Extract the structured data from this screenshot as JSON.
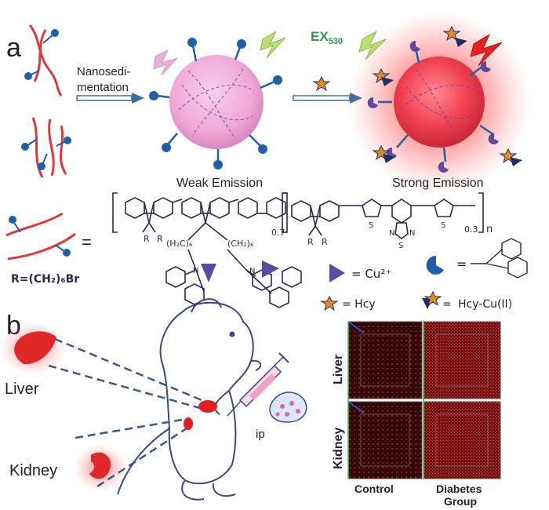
{
  "panels": {
    "a": {
      "letter": "a",
      "step1_line1": "Nanosedi-",
      "step1_line2": "mentation",
      "excitation_main": "EX",
      "excitation_sub": "530",
      "weak_label": "Weak Emission",
      "strong_label": "Strong Emission",
      "equals": "=",
      "copolymer": {
        "ratio_1": "0.7",
        "ratio_2": "0.3",
        "repeat": "n",
        "r_letter": "R",
        "sulfur": "S",
        "nitrogen": "N",
        "side_left": "(H₂C)₆",
        "side_right": "(CH₂)₆",
        "r_def": "R=(CH₂)₆Br"
      },
      "legend": {
        "cu_text": "= Cu²⁺",
        "ligand_eq": "=",
        "hcy_text": "= Hcy",
        "hcycu_eq": "=",
        "hcycu_text": "Hcy-Cu(II)"
      }
    },
    "b": {
      "letter": "b",
      "liver": "Liver",
      "kidney": "Kidney",
      "ip": "ip",
      "row_liver": "Liver",
      "row_kidney": "Kidney",
      "col_control": "Control",
      "col_diabetes_1": "Diabetes",
      "col_diabetes_2": "Group"
    }
  },
  "colors": {
    "polymer": "#e03838",
    "receptor": "#1f5fa8",
    "arrow": "#3c6ea8",
    "nanoparticle_weak": "#f0a8d8",
    "nanoparticle_strong": "#f04050",
    "glow": "#ff3c3c",
    "excitation": "#2a9a4a",
    "lightning_green": "#b8e070",
    "lightning_pink": "#e8b0d8",
    "lightning_red": "#e82020",
    "cu_triangle": "#5a4aa0",
    "hcy_star": "#e88a20",
    "mouse_outline": "#3a4a88",
    "fluor_red": "#e02020",
    "micro_bg": "#2a0606",
    "text": "#222222"
  },
  "icons": [
    "lightning-icon",
    "star-icon",
    "triangle-icon",
    "pacman-ligand-icon",
    "syringe-icon",
    "mouse-icon",
    "liver-icon",
    "kidney-icon"
  ]
}
